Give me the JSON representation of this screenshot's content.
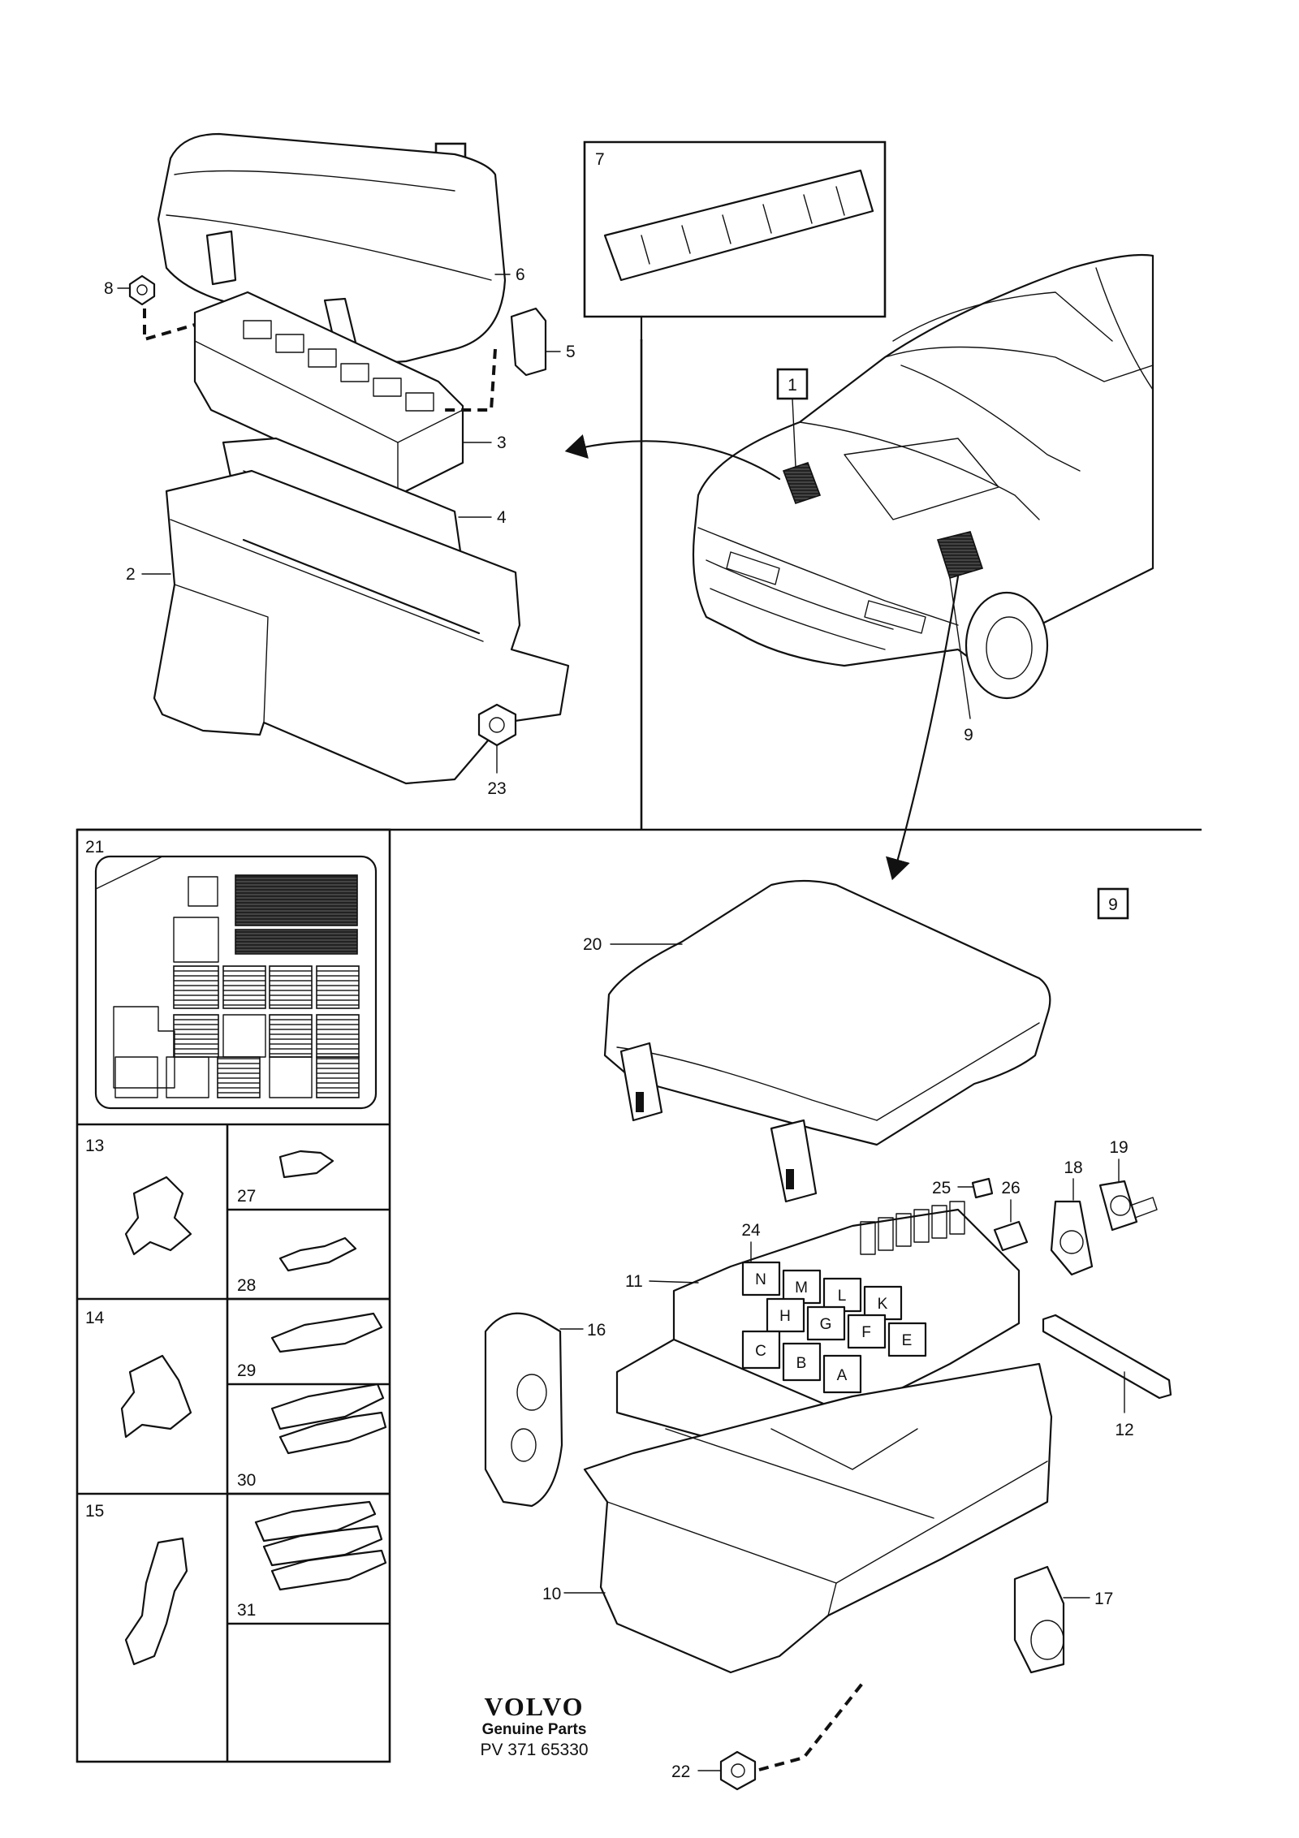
{
  "brand": {
    "logo": "VOLVO",
    "tagline": "Genuine Parts",
    "code": "PV 371 65330"
  },
  "groups": {
    "box1": "1",
    "box9": "9",
    "marker1": "1"
  },
  "callouts": {
    "c1_6": "6",
    "c1_8": "8",
    "c1_5": "5",
    "c1_3": "3",
    "c1_4": "4",
    "c1_2": "2",
    "c1_23": "23",
    "c7": "7",
    "c9car": "9",
    "c20": "20",
    "c25": "25",
    "c26": "26",
    "c18": "18",
    "c19": "19",
    "c24": "24",
    "c11": "11",
    "c16": "16",
    "c12": "12",
    "c10": "10",
    "c17": "17",
    "c22": "22",
    "c21": "21",
    "c13": "13",
    "c27": "27",
    "c28": "28",
    "c14": "14",
    "c29": "29",
    "c30": "30",
    "c15": "15",
    "c31": "31"
  },
  "relay_letters": [
    "N",
    "M",
    "L",
    "K",
    "H",
    "G",
    "F",
    "E",
    "C",
    "B",
    "A"
  ]
}
